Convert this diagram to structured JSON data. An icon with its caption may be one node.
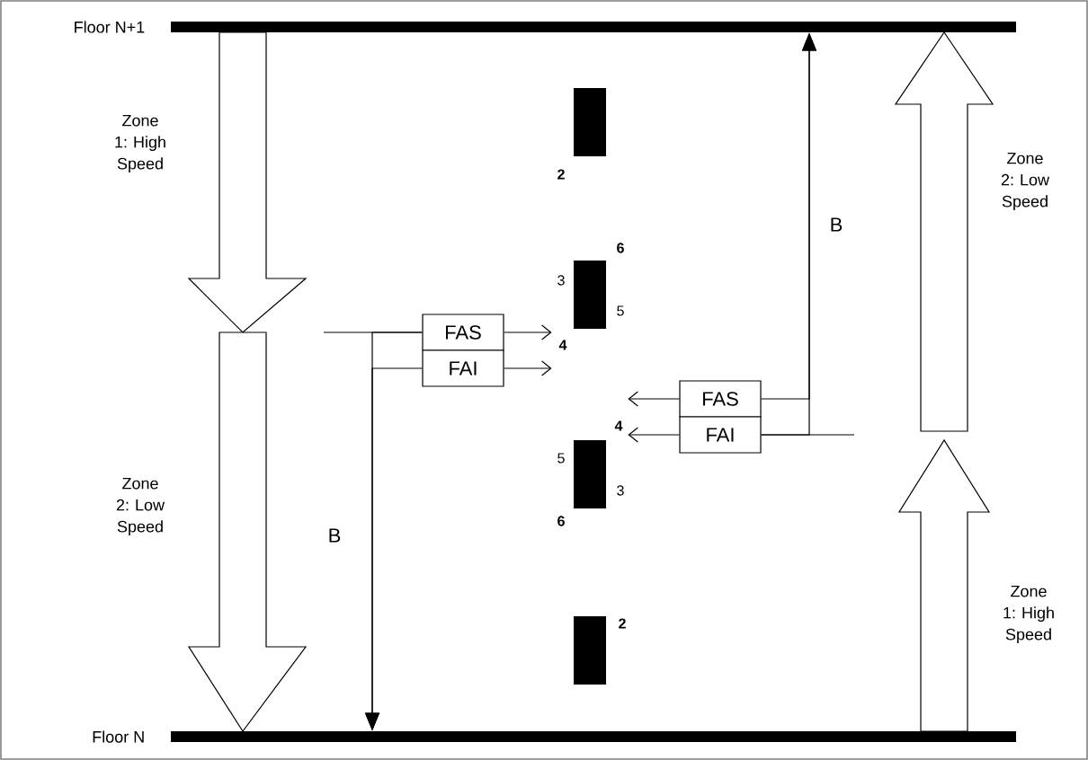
{
  "diagram": {
    "nodes": [
      {
        "text": [
          "Floor N+1"
        ]
      },
      {
        "text": [
          "Floor N"
        ]
      },
      {
        "text": [
          "FAS"
        ]
      },
      {
        "text": [
          "FAI"
        ]
      },
      {
        "text": [
          "FAS"
        ]
      },
      {
        "text": [
          "FAI"
        ]
      },
      {
        "text": [],
        "shape": "bar",
        "beside": [
          "2"
        ]
      },
      {
        "text": [],
        "shape": "bar",
        "beside": [
          "6",
          "3",
          "5",
          "4"
        ]
      },
      {
        "text": [],
        "shape": "bar",
        "beside": [
          "4",
          "5",
          "3",
          "6"
        ]
      },
      {
        "text": [],
        "shape": "bar",
        "beside": [
          "2"
        ]
      }
    ],
    "edges": [
      {
        "from": null,
        "to": 2,
        "arrow": "none"
      },
      {
        "from": 2,
        "to": 1,
        "arrow": "to",
        "label": "B"
      },
      {
        "from": 3,
        "to": 1,
        "arrow": "to"
      },
      {
        "from": 2,
        "to": 7,
        "arrow": "to"
      },
      {
        "from": 3,
        "to": 7,
        "arrow": "to"
      },
      {
        "from": 4,
        "to": 0,
        "arrow": "to",
        "label": "B"
      },
      {
        "from": 5,
        "to": 0,
        "arrow": "to"
      },
      {
        "from": null,
        "to": 5,
        "arrow": "none"
      },
      {
        "from": 4,
        "to": 8,
        "arrow": "to"
      },
      {
        "from": 5,
        "to": 8,
        "arrow": "to"
      }
    ],
    "labels": [
      "Zone 1: High Speed",
      "Zone 2: Low Speed",
      "Zone 2: Low Speed",
      "Zone 1: High Speed"
    ]
  }
}
